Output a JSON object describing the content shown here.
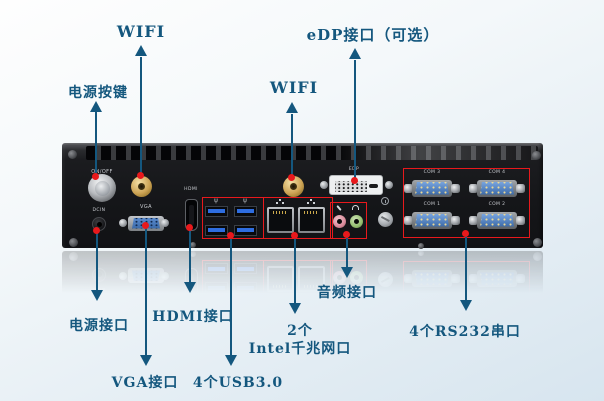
{
  "colors": {
    "label": "#14577e",
    "arrow": "#14577e",
    "highlight": "#e8191c",
    "marker": "#e8191c"
  },
  "callouts": {
    "power_button": {
      "label": "电源按键"
    },
    "wifi_left": {
      "label": "WIFI"
    },
    "wifi_right": {
      "label": "WIFI"
    },
    "edp": {
      "label": "eDP接口（可选）"
    },
    "power_in": {
      "label": "电源接口"
    },
    "hdmi": {
      "label": "HDMI接口"
    },
    "vga": {
      "label": "VGA接口"
    },
    "usb": {
      "label": "4个USB3.0"
    },
    "lan": {
      "line1": "2个",
      "line2": "Intel千兆网口"
    },
    "audio": {
      "label": "音频接口"
    },
    "com": {
      "label": "4个RS232串口"
    }
  },
  "panel": {
    "power_button_label": "ON/OFF",
    "dc_in_label": "DCIN",
    "vga_label": "VGA",
    "hdmi_label": "HDMI",
    "edp_label": "EDP",
    "com_ports": [
      {
        "label": "COM 3"
      },
      {
        "label": "COM 4"
      },
      {
        "label": "COM 1"
      },
      {
        "label": "COM 2"
      }
    ]
  }
}
